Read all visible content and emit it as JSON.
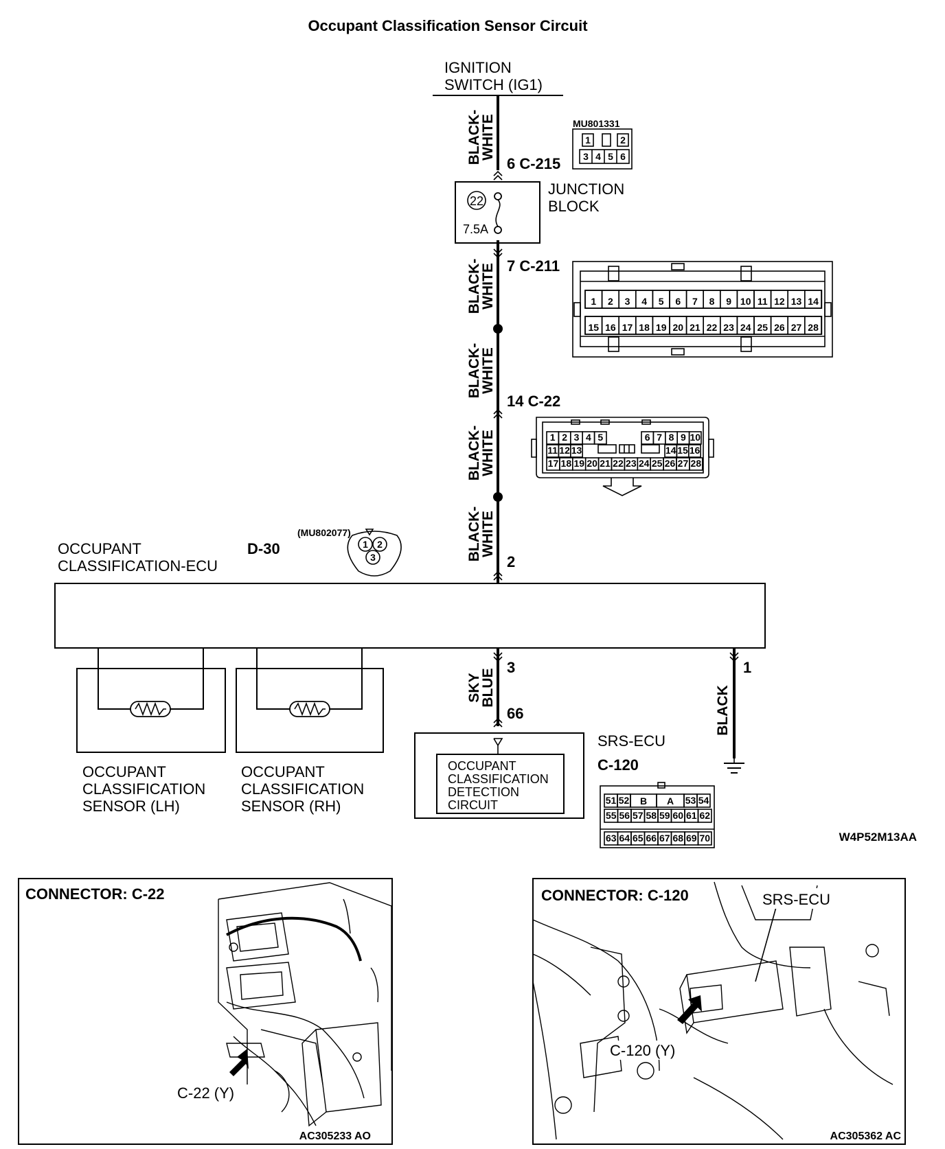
{
  "title": "Occupant Classification Sensor Circuit",
  "ignition": {
    "line1": "IGNITION",
    "line2": "SWITCH (IG1)"
  },
  "wire_colors": {
    "bw_top": [
      "BLACK-",
      "WHITE"
    ],
    "bw_2": [
      "BLACK-",
      "WHITE"
    ],
    "bw_3": [
      "BLACK-",
      "WHITE"
    ],
    "bw_4": [
      "BLACK-",
      "WHITE"
    ],
    "bw_5": [
      "BLACK-",
      "WHITE"
    ],
    "sky_blue": [
      "SKY",
      "BLUE"
    ],
    "black": "BLACK"
  },
  "connector_labels": {
    "c215": "6 C-215",
    "c211": "7 C-211",
    "c22": "14 C-22",
    "ecu_pin2": "2",
    "ecu_pin3": "3",
    "srs_pin66": "66",
    "ecu_pin1": "1"
  },
  "mu801331": {
    "code": "MU801331",
    "row1": [
      "1",
      "",
      "2"
    ],
    "row2": [
      "3",
      "4",
      "5",
      "6"
    ]
  },
  "junction_block": {
    "line1": "JUNCTION",
    "line2": "BLOCK",
    "fuse_no": "22",
    "rating": "7.5A"
  },
  "c211_pins": {
    "row1": [
      "1",
      "2",
      "3",
      "4",
      "5",
      "6",
      "7",
      "8",
      "9",
      "10",
      "11",
      "12",
      "13",
      "14"
    ],
    "row2": [
      "15",
      "16",
      "17",
      "18",
      "19",
      "20",
      "21",
      "22",
      "23",
      "24",
      "25",
      "26",
      "27",
      "28"
    ]
  },
  "c22_pins": {
    "row1_left": [
      "1",
      "2",
      "3",
      "4",
      "5"
    ],
    "row1_right": [
      "6",
      "7",
      "8",
      "9",
      "10"
    ],
    "row2_left": [
      "11",
      "12",
      "13"
    ],
    "row2_right": [
      "14",
      "15",
      "16"
    ],
    "row3": [
      "17",
      "18",
      "19",
      "20",
      "21",
      "22",
      "23",
      "24",
      "25",
      "26",
      "27",
      "28"
    ]
  },
  "ecu": {
    "line1": "OCCUPANT",
    "line2": "CLASSIFICATION-ECU",
    "connector": "D-30",
    "part_code": "(MU802077)",
    "pins": [
      "1",
      "2",
      "3"
    ]
  },
  "sensor_lh": [
    "OCCUPANT",
    "CLASSIFICATION",
    "SENSOR (LH)"
  ],
  "sensor_rh": [
    "OCCUPANT",
    "CLASSIFICATION",
    "SENSOR (RH)"
  ],
  "srs_ecu": {
    "name": "SRS-ECU",
    "connector": "C-120",
    "circuit": [
      "OCCUPANT",
      "CLASSIFICATION",
      "DETECTION",
      "CIRCUIT"
    ]
  },
  "c120_pins": {
    "row1": [
      "51",
      "52",
      "B",
      "A",
      "53",
      "54"
    ],
    "row2": [
      "55",
      "56",
      "57",
      "58",
      "59",
      "60",
      "61",
      "62"
    ],
    "row3": [
      "63",
      "64",
      "65",
      "66",
      "67",
      "68",
      "69",
      "70"
    ]
  },
  "diagram_code": "W4P52M13AA",
  "inset_left": {
    "title": "CONNECTOR: C-22",
    "callout": "C-22 (Y)",
    "code": "AC305233 AO"
  },
  "inset_right": {
    "title": "CONNECTOR: C-120",
    "unit_label": "SRS-ECU",
    "callout": "C-120 (Y)",
    "code": "AC305362 AC"
  }
}
